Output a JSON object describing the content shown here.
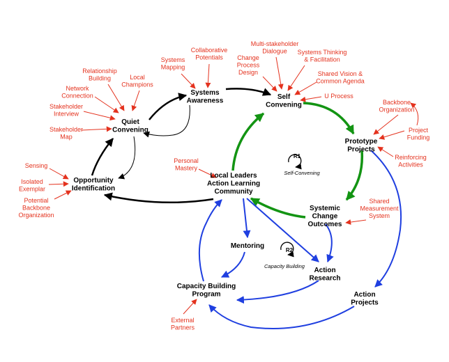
{
  "colors": {
    "black": "#000000",
    "green": "#139413",
    "blue": "#1f3fe0",
    "red": "#e4321e",
    "red_text": "#e4321e"
  },
  "nodes": {
    "quiet_convening": [
      "Quiet",
      "Convening"
    ],
    "systems_awareness": [
      "Systems",
      "Awareness"
    ],
    "self_convening": [
      "Self",
      "Convening"
    ],
    "prototype_projects": [
      "Prototype",
      "Projects"
    ],
    "opportunity_identification": [
      "Opportunity",
      "Identification"
    ],
    "local_leaders": [
      "Local Leaders",
      "Action Learning",
      "Community"
    ],
    "systemic_change_outcomes": [
      "Systemic",
      "Change",
      "Outcomes"
    ],
    "mentoring": [
      "Mentoring"
    ],
    "action_research": [
      "Action",
      "Research"
    ],
    "capacity_building_program": [
      "Capacity Building",
      "Program"
    ],
    "action_projects": [
      "Action",
      "Projects"
    ]
  },
  "factors": {
    "relationship_building": [
      "Relationship",
      "Building"
    ],
    "local_champions": [
      "Local",
      "Champions"
    ],
    "network_connection": [
      "Network",
      "Connection"
    ],
    "stakeholder_interview": [
      "Stakeholder",
      "Interview"
    ],
    "stakeholder_map": [
      "Stakeholder",
      "Map"
    ],
    "systems_mapping": [
      "Systems",
      "Mapping"
    ],
    "collaborative_potentials": [
      "Collaborative",
      "Potentials"
    ],
    "multi_stakeholder_dialogue": [
      "Multi-stakeholder",
      "Dialogue"
    ],
    "change_process_design": [
      "Change",
      "Process",
      "Design"
    ],
    "systems_thinking": [
      "Systems Thinking",
      "& Facilitation"
    ],
    "shared_vision": [
      "Shared Vision &",
      "Common Agenda"
    ],
    "u_process": [
      "U Process"
    ],
    "backbone_organization": [
      "Backbone",
      "Organization"
    ],
    "project_funding": [
      "Project",
      "Funding"
    ],
    "reinforcing_activities": [
      "Reinforcing",
      "Activities"
    ],
    "sensing": [
      "Sensing"
    ],
    "isolated_exemplar": [
      "Isolated",
      "Exemplar"
    ],
    "potential_backbone": [
      "Potential",
      "Backbone",
      "Organization"
    ],
    "personal_mastery": [
      "Personal",
      "Mastery"
    ],
    "shared_measurement": [
      "Shared",
      "Measurement",
      "System"
    ],
    "external_partners": [
      "External",
      "Partners"
    ]
  },
  "loops": {
    "r1": {
      "id": "R1",
      "label": "Self-Convening"
    },
    "r2": {
      "id": "R2",
      "label": "Capacity Building"
    }
  }
}
